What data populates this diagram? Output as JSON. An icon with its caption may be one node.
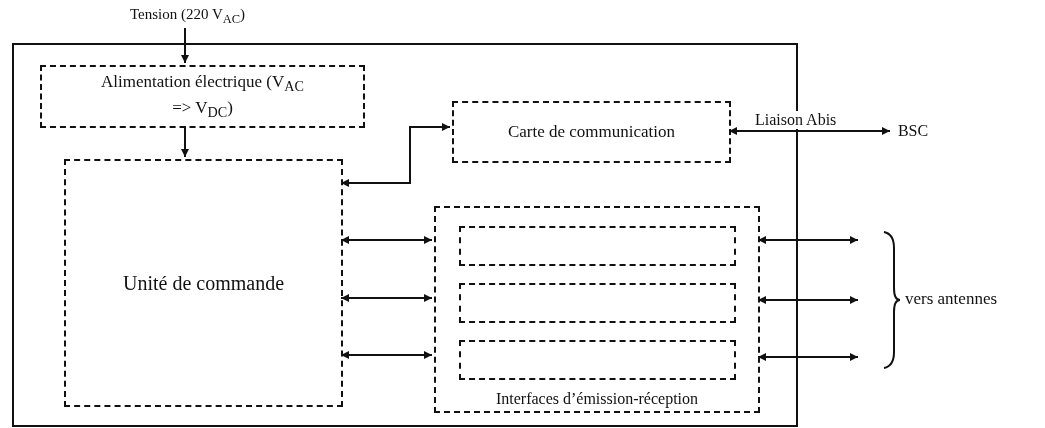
{
  "diagram": {
    "nodes": [
      {
        "text": [],
        "shape": "box"
      },
      {
        "text": [
          "Tension (220 V$_{AC}$)"
        ]
      },
      {
        "text": [
          "Alimentation électrique (V$_{AC}$ => V$_{DC}$)"
        ],
        "in": 0
      },
      {
        "text": [
          "Carte de communication"
        ],
        "in": 0
      },
      {
        "text": [
          "Unité de commande"
        ],
        "in": 0
      },
      {
        "text": [
          "Interfaces d’émission-réception"
        ],
        "in": 0
      },
      {
        "text": [],
        "shape": "box",
        "in": 5
      },
      {
        "text": [],
        "shape": "box",
        "in": 5
      },
      {
        "text": [],
        "shape": "box",
        "in": 5
      },
      {
        "text": [
          "BSC"
        ]
      }
    ],
    "edges": [
      {
        "from": 1,
        "to": 2,
        "arrow": "to"
      },
      {
        "from": 2,
        "to": 4,
        "arrow": "to"
      },
      {
        "from": 4,
        "to": 3,
        "arrow": "both"
      },
      {
        "from": 3,
        "to": 9,
        "arrow": "both",
        "label": "Liaison Abis"
      },
      {
        "from": 4,
        "to": 5,
        "arrow": "both"
      },
      {
        "from": 4,
        "to": 5,
        "arrow": "both"
      },
      {
        "from": 4,
        "to": 5,
        "arrow": "both"
      },
      {
        "from": 5,
        "to": null,
        "arrow": "both"
      },
      {
        "from": 5,
        "to": null,
        "arrow": "both"
      },
      {
        "from": 5,
        "to": null,
        "arrow": "both"
      }
    ],
    "labels": [
      "vers antennes"
    ]
  }
}
